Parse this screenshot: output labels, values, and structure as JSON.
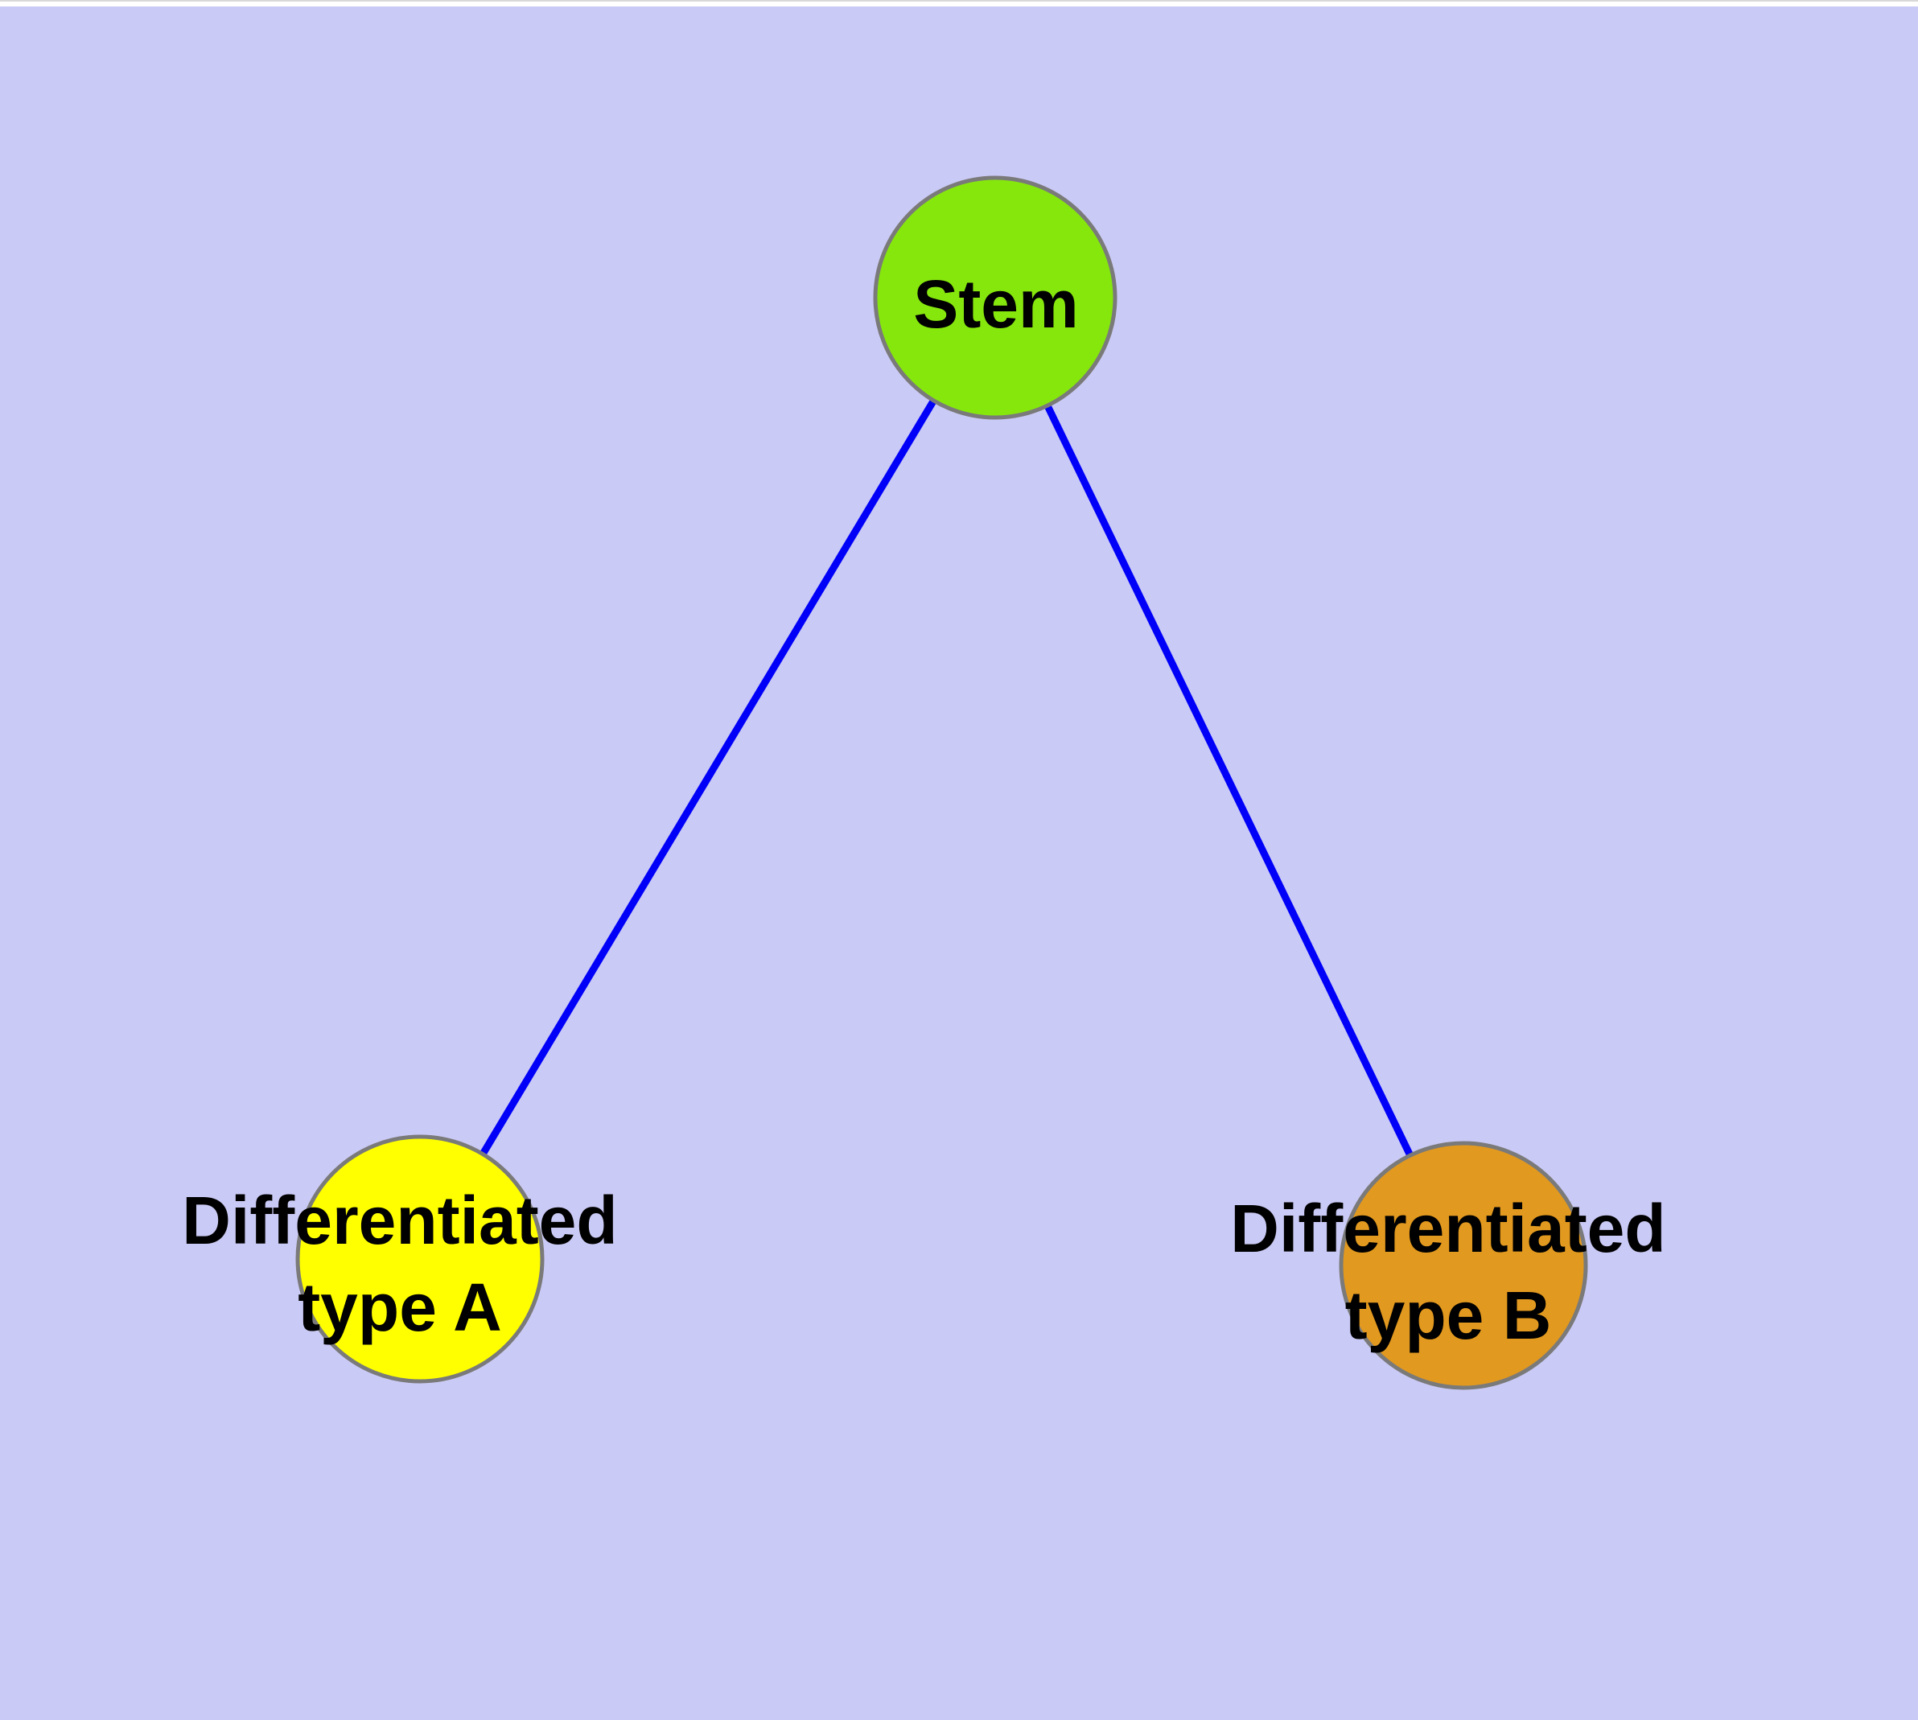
{
  "figure": {
    "background_color": "#cacaf6",
    "top_strip_color": "#ffffff",
    "edge_color": "#0000f8",
    "node_border_color": "#7a7a7a",
    "label_color": "#000000",
    "nodes": {
      "stem": {
        "label": "Stem",
        "color": "#86e70d"
      },
      "type_a": {
        "label_line1": "Differentiated",
        "label_line2": "type A",
        "color": "#ffff00"
      },
      "type_b": {
        "label_line1": "Differentiated",
        "label_line2": "type B",
        "color": "#e2991f"
      }
    },
    "edges": [
      {
        "from": "Stem",
        "to": "Differentiated type A"
      },
      {
        "from": "Stem",
        "to": "Differentiated type B"
      }
    ]
  }
}
